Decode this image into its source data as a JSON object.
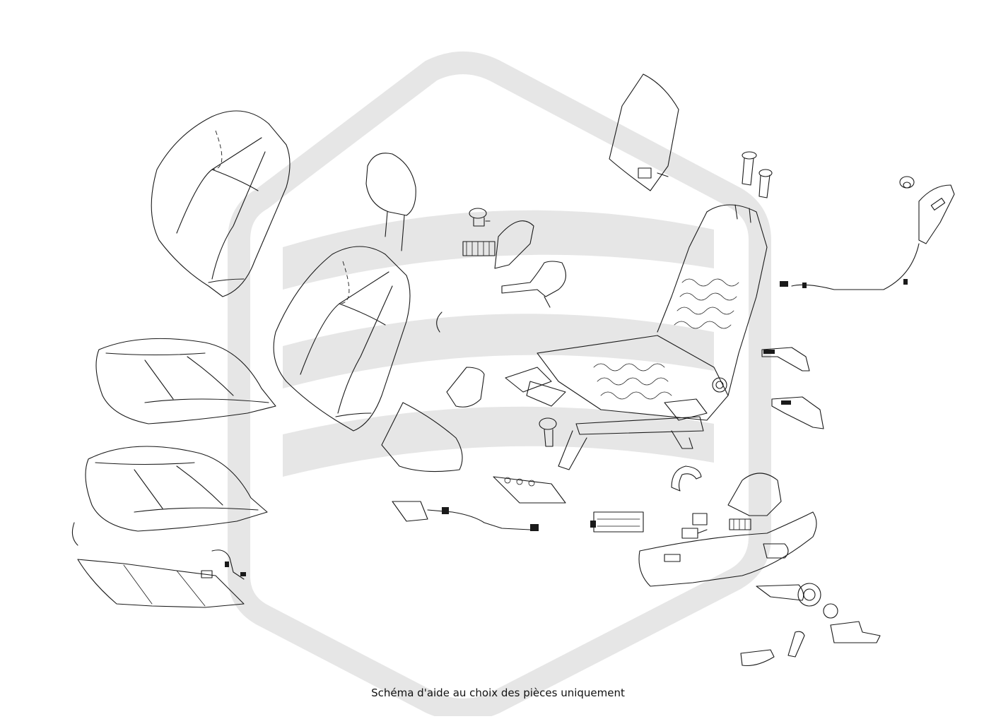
{
  "caption": "Schéma d'aide au choix des pièces uniquement",
  "colors": {
    "line": "#1a1a1a",
    "watermark": "#e6e6e6",
    "background": "#ffffff"
  },
  "parts": [
    "backrest-cover-1",
    "backrest-cover-2",
    "cushion-cover-1",
    "cushion-cover-2",
    "headrest",
    "headrest-guide-bolt",
    "side-bracket",
    "hook-clip",
    "ring-clip",
    "heater-mat",
    "seat-frame",
    "recliner-bolt",
    "airbag-module",
    "wire-harness",
    "side-shield",
    "lever-knob",
    "switch-panel",
    "back-panel",
    "lumbar-support"
  ]
}
